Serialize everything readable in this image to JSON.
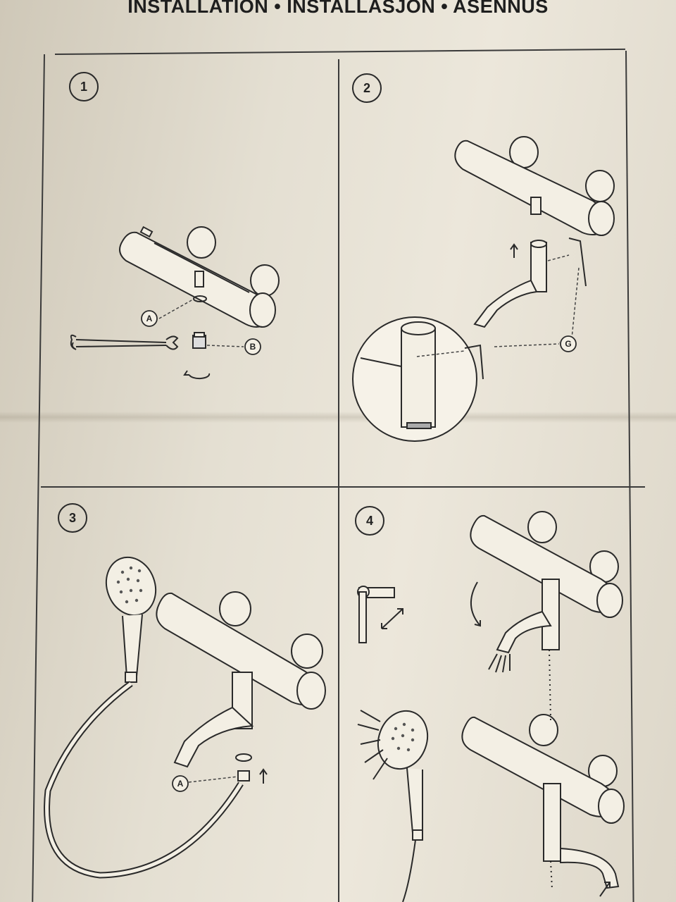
{
  "header": {
    "title": "INSTALLATION • INSTALLASJON • ASENNUS"
  },
  "steps": [
    {
      "number": "1",
      "labels": [
        "A",
        "B"
      ]
    },
    {
      "number": "2",
      "labels": [
        "G"
      ]
    },
    {
      "number": "3",
      "labels": [
        "A"
      ]
    },
    {
      "number": "4",
      "labels": []
    }
  ]
}
